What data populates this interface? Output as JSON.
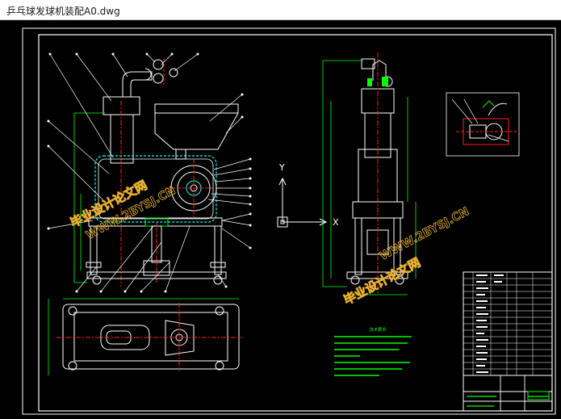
{
  "window": {
    "title": "乒乓球发球机装配A0.dwg"
  },
  "watermarks": {
    "left": "毕业设计论文网",
    "left_url": "WWW.2BYSJ.CN",
    "right": "毕业设计论文网",
    "right_url": "WWW.2BYSJ.CN"
  },
  "axes": {
    "y": "Y",
    "x": "X"
  },
  "tech_notes": {
    "heading": "技术要求"
  },
  "colors": {
    "background": "#000000",
    "outline": "#ffffff",
    "dimension": "#00ff00",
    "center_line": "#ff2020",
    "hidden": "#00ffff",
    "leader": "#ffffff",
    "watermark": "#e8b030"
  }
}
